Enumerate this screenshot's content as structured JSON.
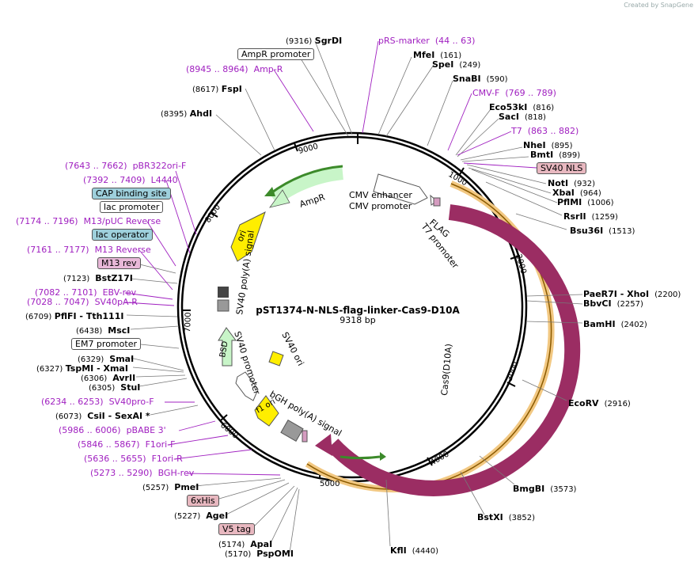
{
  "credit": "Created by SnapGene",
  "plasmid": {
    "name": "pST1374-N-NLS-flag-linker-Cas9-D10A",
    "length": "9318 bp"
  },
  "colors": {
    "purple": "#a020c0",
    "cas9": "#9b2d63",
    "ampr": "#c8f5c8",
    "ori": "#ffee00",
    "orange": "#f0c070",
    "teal": "#9ed0dc",
    "pink": "#e8b8d0"
  },
  "ticks": [
    "1000",
    "2000",
    "3000",
    "4000",
    "5000",
    "6000",
    "7000",
    "8000",
    "9000"
  ],
  "features_text": {
    "ampr": "AmpR",
    "cmv_enh": "CMV enhancer",
    "cmv_prom": "CMV promoter",
    "flag": "FLAG",
    "t7p": "T7 promoter",
    "cas9": "Cas9(D10A)",
    "sv40polya": "SV40 poly(A) signal",
    "ori": "ori",
    "bsd": "BSD",
    "sv40prom": "SV40 promoter",
    "sv40ori": "SV40 ori",
    "bgh": "bGH poly(A) signal",
    "f1ori": "f1 ori"
  },
  "left_labels": [
    {
      "coord": "(9316)",
      "name": "SgrDI"
    },
    {
      "box": "AmpR promoter"
    },
    {
      "coord": "(8945 .. 8964)",
      "name": "Amp-R",
      "purple": true
    },
    {
      "coord": "(8617)",
      "name": "FspI"
    },
    {
      "coord": "(8395)",
      "name": "AhdI"
    },
    {
      "coord": "(7643 .. 7662)",
      "name": "pBR322ori-F",
      "purple": true
    },
    {
      "coord": "(7392 .. 7409)",
      "name": "L4440",
      "purple": true
    },
    {
      "box": "CAP binding site",
      "teal": true
    },
    {
      "box": "lac promoter"
    },
    {
      "coord": "(7174 .. 7196)",
      "name": "M13/pUC Reverse",
      "purple": true
    },
    {
      "box": "lac operator",
      "teal": true
    },
    {
      "coord": "(7161 .. 7177)",
      "name": "M13 Reverse",
      "purple": true
    },
    {
      "box": "M13 rev",
      "pink": true
    },
    {
      "coord": "(7123)",
      "name": "BstZ17I"
    },
    {
      "coord": "(7082 .. 7101)",
      "name": "EBV-rev",
      "purple": true
    },
    {
      "coord": "(7028 .. 7047)",
      "name": "SV40pA-R",
      "purple": true
    },
    {
      "coord": "(6709)",
      "name": "PflFI - Tth111I"
    },
    {
      "coord": "(6438)",
      "name": "MscI"
    },
    {
      "box": "EM7 promoter"
    },
    {
      "coord": "(6329)",
      "name": "SmaI"
    },
    {
      "coord": "(6327)",
      "name": "TspMI - XmaI"
    },
    {
      "coord": "(6306)",
      "name": "AvrII"
    },
    {
      "coord": "(6305)",
      "name": "StuI"
    },
    {
      "coord": "(6234 .. 6253)",
      "name": "SV40pro-F",
      "purple": true
    },
    {
      "coord": "(6073)",
      "name": "CsiI - SexAI *"
    },
    {
      "coord": "(5986 .. 6006)",
      "name": "pBABE 3'",
      "purple": true
    },
    {
      "coord": "(5846 .. 5867)",
      "name": "F1ori-F",
      "purple": true
    },
    {
      "coord": "(5636 .. 5655)",
      "name": "F1ori-R",
      "purple": true
    },
    {
      "coord": "(5273 .. 5290)",
      "name": "BGH-rev",
      "purple": true
    },
    {
      "coord": "(5257)",
      "name": "PmeI"
    },
    {
      "box": "6xHis",
      "pink": true
    },
    {
      "coord": "(5227)",
      "name": "AgeI"
    },
    {
      "box": "V5 tag",
      "pink": true
    },
    {
      "coord": "(5174)",
      "name": "ApaI"
    },
    {
      "coord": "(5170)",
      "name": "PspOMI"
    }
  ],
  "right_labels": [
    {
      "name": "pRS-marker",
      "coord": "(44 .. 63)",
      "purple": true
    },
    {
      "name": "MfeI",
      "coord": "(161)"
    },
    {
      "name": "SpeI",
      "coord": "(249)"
    },
    {
      "name": "SnaBI",
      "coord": "(590)"
    },
    {
      "name": "CMV-F",
      "coord": "(769 .. 789)",
      "purple": true
    },
    {
      "name": "Eco53kI",
      "coord": "(816)"
    },
    {
      "name": "SacI",
      "coord": "(818)"
    },
    {
      "name": "T7",
      "coord": "(863 .. 882)",
      "purple": true
    },
    {
      "name": "NheI",
      "coord": "(895)"
    },
    {
      "name": "BmtI",
      "coord": "(899)"
    },
    {
      "box": "SV40 NLS",
      "pink": true
    },
    {
      "name": "NotI",
      "coord": "(932)"
    },
    {
      "name": "XbaI",
      "coord": "(964)"
    },
    {
      "name": "PflMI",
      "coord": "(1006)"
    },
    {
      "name": "RsrII",
      "coord": "(1259)"
    },
    {
      "name": "Bsu36I",
      "coord": "(1513)"
    },
    {
      "name": "PaeR7I - XhoI",
      "coord": "(2200)"
    },
    {
      "name": "BbvCI",
      "coord": "(2257)"
    },
    {
      "name": "BamHI",
      "coord": "(2402)"
    },
    {
      "name": "EcoRV",
      "coord": "(2916)"
    },
    {
      "name": "BmgBI",
      "coord": "(3573)"
    },
    {
      "name": "BstXI",
      "coord": "(3852)"
    },
    {
      "name": "KflI",
      "coord": "(4440)"
    }
  ]
}
